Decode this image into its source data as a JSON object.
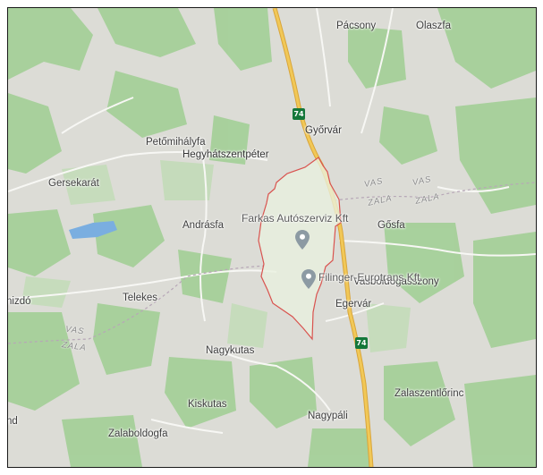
{
  "map": {
    "type": "road-terrain",
    "colors": {
      "land": "#dcdcd6",
      "forest": "#9fcf93",
      "forest_light": "#bcdbb0",
      "highway": "#f1c857",
      "highway_edge": "#d9a53a",
      "boundary_fill": "#e9f1df",
      "boundary_stroke": "#d9534f",
      "water": "#7aaee0",
      "pin": "#8c9aa3",
      "route_shield": "#14773a"
    },
    "towns": {
      "pacsony": "Pácsony",
      "olaszfa": "Olaszfa",
      "gyorvar": "Győrvár",
      "petomihalyfa": "Petőmihályfa",
      "hegyhatszentpeter": "Hegyhátszentpéter",
      "gersekarat": "Gersekarát",
      "andrasfa": "Andrásfa",
      "gosfa": "Gősfa",
      "vasboldogasszony": "Vasboldogasszony",
      "egervar": "Egervár",
      "telekes": "Telekes",
      "nizdo": "nizdó",
      "nagykutas": "Nagykutas",
      "zalaszentlorinc": "Zalaszentlőrinc",
      "kiskutas": "Kiskutas",
      "nagypali": "Nagypáli",
      "zalaboldogfa": "Zalaboldogfa",
      "nd": "nd"
    },
    "county_labels": {
      "vas_1": "VAS",
      "zala_1": "ZALA",
      "vas_2": "VAS",
      "zala_2": "ZALA",
      "vas_3": "VAS",
      "zala_3": "ZALA"
    },
    "route_shields": {
      "north": "74",
      "south": "74"
    },
    "places": {
      "farkas": "Farkas Autószerviz Kft",
      "filinger": "Filinger-Eurotrans Kft."
    }
  }
}
